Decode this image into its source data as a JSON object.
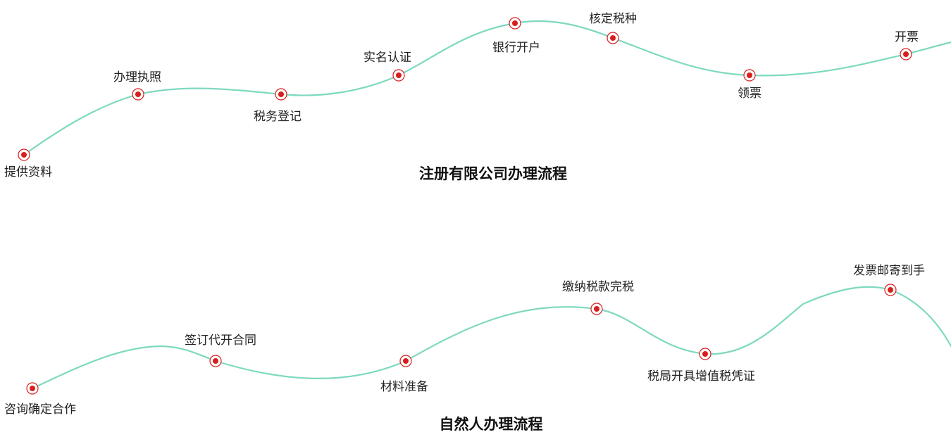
{
  "colors": {
    "curve": "#7dd9bf",
    "node": "#d81e1e",
    "text": "#222222"
  },
  "sections": [
    {
      "title": "注册有限公司办理流程",
      "steps": [
        "提供资料",
        "办理执照",
        "税务登记",
        "实名认证",
        "银行开户",
        "核定税种",
        "领票",
        "开票"
      ]
    },
    {
      "title": "自然人办理流程",
      "steps": [
        "咨询确定合作",
        "签订代开合同",
        "材料准备",
        "缴纳税款完税",
        "税局开具增值税凭证",
        "发票邮寄到手"
      ]
    }
  ]
}
